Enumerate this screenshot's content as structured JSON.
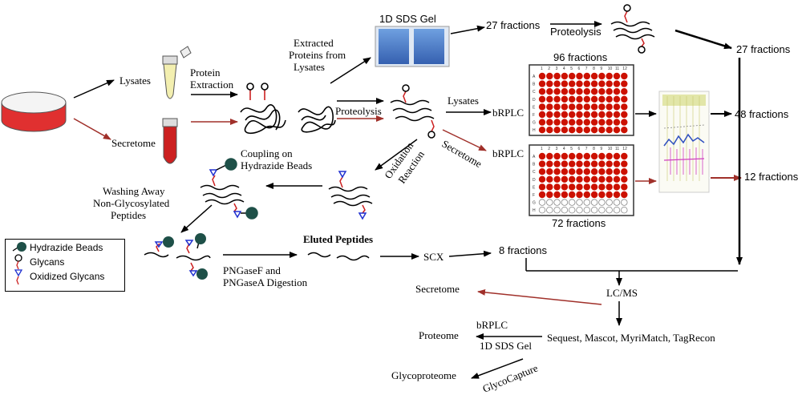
{
  "labels": {
    "lysates": "Lysates",
    "secretome": "Secretome",
    "protein_extraction_1": "Protein",
    "protein_extraction_2": "Extraction",
    "gel_title": "1D SDS Gel",
    "extracted_1": "Extracted",
    "extracted_2": "Proteins from",
    "extracted_3": "Lysates",
    "fraction_27_left": "27 fractions",
    "proteolysis_top": "Proteolysis",
    "fraction_27_right": "27 fractions",
    "plate_96": "96 fractions",
    "plate_72": "72 fractions",
    "proteolysis_mid": "Proteolysis",
    "lysates_mid": "Lysates",
    "brplc_1": "bRPLC",
    "brplc_2": "bRPLC",
    "secretome_mid": "Secretome",
    "fraction_48": "48 fractions",
    "fraction_12": "12 fractions",
    "oxidation_1": "Oxidation",
    "oxidation_2": "Reaction",
    "coupling_1": "Coupling on",
    "coupling_2": "Hydrazide Beads",
    "washing_1": "Washing Away",
    "washing_2": "Non-Glycosylated",
    "washing_3": "Peptides",
    "eluted": "Eluted Peptides",
    "pngase_1": "PNGaseF and",
    "pngase_2": "PNGaseA Digestion",
    "scx": "SCX",
    "fraction_8": "8 fractions",
    "lcms": "LC/MS",
    "secretome_bottom": "Secretome",
    "proteome": "Proteome",
    "brplc_bottom": "bRPLC",
    "gel_bottom": "1D SDS Gel",
    "search_tools": "Sequest, Mascot, MyriMatch, TagRecon",
    "glycoproteome": "Glycoproteome",
    "glycocapture": "GlycoCapture"
  },
  "plate_labels": {
    "columns": [
      "1",
      "2",
      "3",
      "4",
      "5",
      "6",
      "7",
      "8",
      "9",
      "10",
      "11",
      "12"
    ],
    "rows": [
      "A",
      "B",
      "C",
      "D",
      "E",
      "F",
      "G",
      "H"
    ]
  },
  "plate_96_filled_rows": 8,
  "plate_72_filled_rows": 6,
  "legend": {
    "items": [
      {
        "label": "Hydrazide Beads",
        "icon": "hydrazide-bead-icon"
      },
      {
        "label": "Glycans",
        "icon": "glycan-icon"
      },
      {
        "label": "Oxidized Glycans",
        "icon": "oxidized-glycan-icon"
      }
    ]
  },
  "colors": {
    "black_arrow": "#000000",
    "red_arrow": "#a0302a",
    "well_red": "#cc1100",
    "dish_red": "#e03030",
    "bead_green": "#1e5048",
    "gel_blue": "#4a78c8",
    "glycan_blue": "#2030d0"
  }
}
